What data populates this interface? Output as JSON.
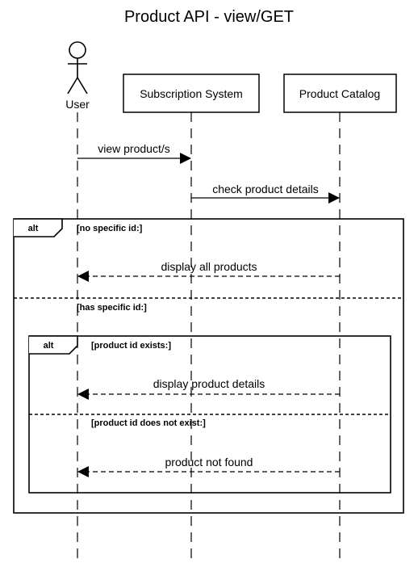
{
  "title": "Product API - view/GET",
  "participants": [
    {
      "id": "user",
      "label": "User",
      "kind": "actor"
    },
    {
      "id": "subscription",
      "label": "Subscription System",
      "kind": "box"
    },
    {
      "id": "catalog",
      "label": "Product Catalog",
      "kind": "box"
    }
  ],
  "messages": [
    {
      "id": "m1",
      "label": "view product/s",
      "from": "user",
      "to": "subscription",
      "style": "solid"
    },
    {
      "id": "m2",
      "label": "check product details",
      "from": "subscription",
      "to": "catalog",
      "style": "solid"
    },
    {
      "id": "m3",
      "label": "display all products",
      "from": "catalog",
      "to": "user",
      "style": "dashed"
    },
    {
      "id": "m4",
      "label": "display product details",
      "from": "catalog",
      "to": "user",
      "style": "dashed"
    },
    {
      "id": "m5",
      "label": "product not found",
      "from": "catalog",
      "to": "user",
      "style": "dashed"
    }
  ],
  "fragments": {
    "outer": {
      "keyword": "alt",
      "guard1": "[no specific id:]",
      "guard2": "[has specific id:]"
    },
    "inner": {
      "keyword": "alt",
      "guard1": "[product id exists:]",
      "guard2": "[product id does not exist:]"
    }
  }
}
